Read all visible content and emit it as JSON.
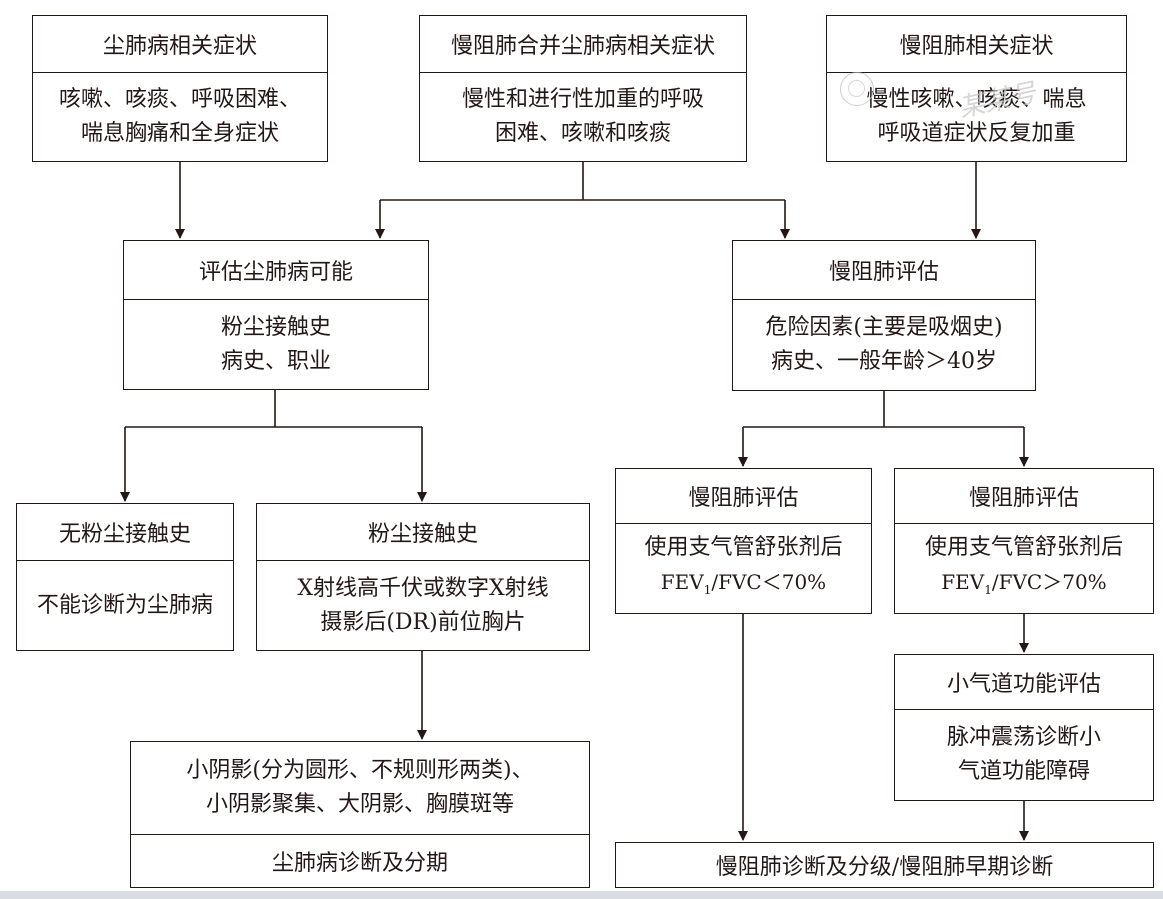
{
  "nodes": {
    "pneumo_symptoms": {
      "title": "尘肺病相关症状",
      "lines": [
        "咳嗽、咳痰、呼吸困难、",
        "喘息胸痛和全身症状"
      ]
    },
    "copd_pneumo_symptoms": {
      "title": "慢阻肺合并尘肺病相关症状",
      "lines": [
        "慢性和进行性加重的呼吸",
        "困难、咳嗽和咳痰"
      ]
    },
    "copd_symptoms": {
      "title": "慢阻肺相关症状",
      "lines": [
        "慢性咳嗽、咳痰、喘息",
        "呼吸道症状反复加重"
      ]
    },
    "assess_pneumo": {
      "title": "评估尘肺病可能",
      "lines": [
        "粉尘接触史",
        "病史、职业"
      ]
    },
    "assess_copd": {
      "title": "慢阻肺评估",
      "lines": [
        "危险因素(主要是吸烟史)",
        "病史、一般年龄＞40岁"
      ]
    },
    "no_dust": {
      "title": "无粉尘接触史",
      "lines": [
        "不能诊断为尘肺病"
      ]
    },
    "dust": {
      "title": "粉尘接触史",
      "lines": [
        "X射线高千伏或数字X射线",
        "摄影后(DR)前位胸片"
      ]
    },
    "copd_low": {
      "title": "慢阻肺评估",
      "lines": [
        "使用支气管舒张剂后",
        "FEV1/FVC＜70%"
      ]
    },
    "copd_high": {
      "title": "慢阻肺评估",
      "lines": [
        "使用支气管舒张剂后",
        "FEV1/FVC＞70%"
      ]
    },
    "small_airway": {
      "title": "小气道功能评估",
      "lines": [
        "脉冲震荡诊断小",
        "气道功能障碍"
      ]
    },
    "opacities": {
      "title": "尘肺病诊断及分期",
      "lines": [
        "小阴影(分为圆形、不规则形两类)、",
        "小阴影聚集、大阴影、胸膜斑等"
      ]
    },
    "copd_dx": {
      "title": "慢阻肺诊断及分级/慢阻肺早期诊断"
    }
  },
  "watermark": "某某号"
}
